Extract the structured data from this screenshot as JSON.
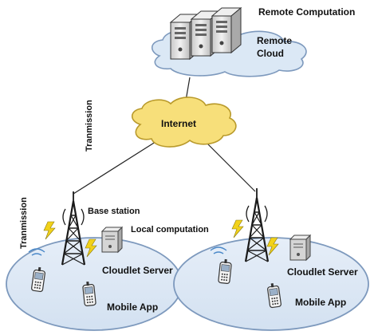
{
  "labels": {
    "remote_computation": "Remote Computation",
    "remote_cloud_line1": "Remote",
    "remote_cloud_line2": "Cloud",
    "internet": "Internet",
    "transmission_top": "Tranmission",
    "transmission_left": "Tranmission",
    "base_station": "Base station",
    "local_computation": "Local  computation",
    "cloudlet_server_left": "Cloudlet Server",
    "mobile_app_left": "Mobile App",
    "cloudlet_server_right": "Cloudlet Server",
    "mobile_app_right": "Mobile App"
  },
  "icons": {
    "server_rack": "server-rack-icon",
    "tower": "radio-tower-icon",
    "lightning": "lightning-bolt-icon",
    "mobile": "mobile-phone-icon",
    "small_server": "server-icon"
  },
  "colors": {
    "cloud_fill": "#dbe8f5",
    "cloud_stroke": "#7d99bd",
    "internet_fill": "#f7df7a",
    "internet_stroke": "#b99a2b",
    "bolt": "#f2d21a",
    "tower": "#1a1a1a",
    "text": "#111111"
  }
}
